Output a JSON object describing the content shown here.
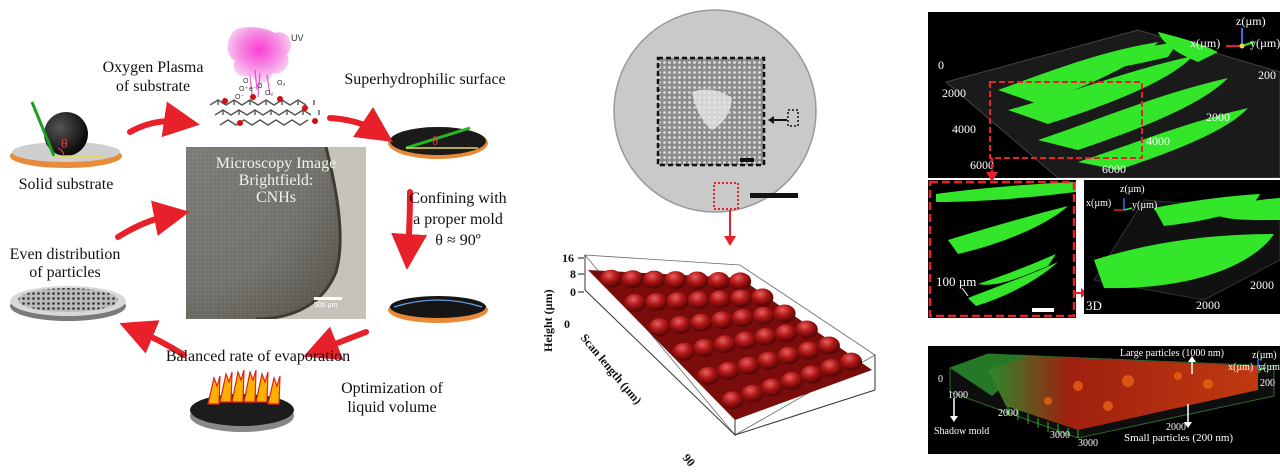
{
  "colors": {
    "accent_red": "#e8202a",
    "fiber_green": "#33e62a",
    "surface_red": "#b11818",
    "substrate_orange": "#e88a3a"
  },
  "cycle": {
    "oxygen_plasma": "Oxygen Plasma\nof substrate",
    "superhydrophilic": "Superhydrophilic surface",
    "solid_substrate": "Solid substrate",
    "confining": "Confining with\na proper mold\nθ ≈ 90º",
    "even_distribution": "Even distribution\nof particles",
    "balanced_rate": "Balanced rate of evaporation",
    "optimization": "Optimization of\nliquid volume",
    "theta": "θ",
    "uv": "UV",
    "o_labels": [
      "O",
      "O₃",
      "O",
      "O₂",
      "O⁺",
      "e⁻",
      "O⁻"
    ]
  },
  "microscopy": {
    "title": "Microscopy Image\nBrightfield:\nCNHs",
    "scale_label": "500 µm"
  },
  "height_plot": {
    "ylabel": "Height (µm)",
    "xlabel": "Scan length (µm)",
    "y_ticks": [
      "16",
      "8",
      "0"
    ],
    "x_ticks": [
      "0",
      "90"
    ]
  },
  "confocal_top": {
    "axes": {
      "z": "z(µm)",
      "x": "x(µm)",
      "y": "y(µm)"
    },
    "labels": [
      "0",
      "2000",
      "4000",
      "6000",
      "6000",
      "4000",
      "2000",
      "200"
    ]
  },
  "confocal_left": {
    "scale": "100 µm"
  },
  "confocal_right": {
    "axes": {
      "z": "z(µm)",
      "x": "x(µm)",
      "y": "y(µm)"
    },
    "labels": [
      "2000",
      "2000",
      "3D"
    ]
  },
  "confocal_bottom": {
    "large": "Large particles (1000 nm)",
    "small": "Small particles (200 nm)",
    "shadow": "Shadow mold",
    "axes": {
      "z": "z(µm)",
      "x": "x(µm)",
      "y": "y(µm)"
    },
    "labels": [
      "0",
      "1000",
      "2000",
      "3000",
      "3000",
      "2000",
      "200"
    ]
  }
}
